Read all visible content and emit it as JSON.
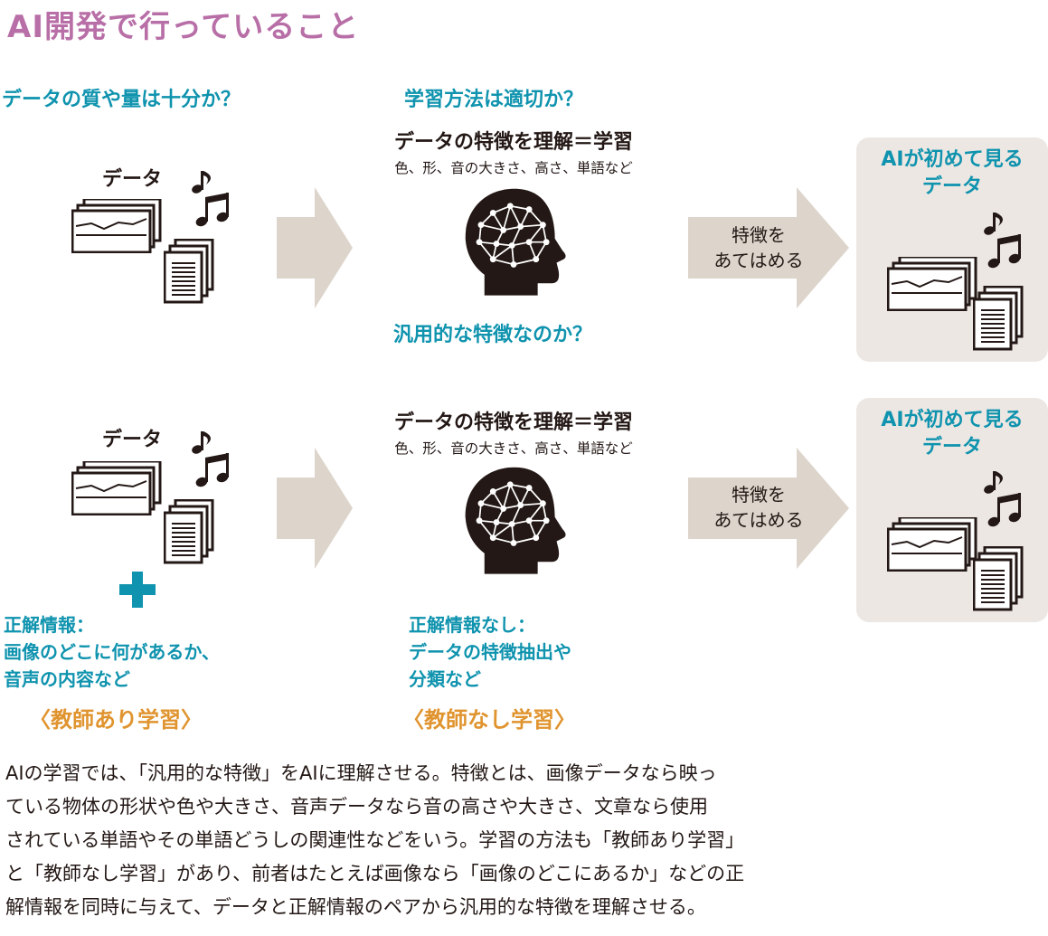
{
  "title": "AI開発で行っていること",
  "colors": {
    "title": "#b86fa7",
    "accent": "#0f93ae",
    "method": "#e0942f",
    "arrow": "#ddd5cc",
    "box": "#ece7e3"
  },
  "questions": {
    "data": "データの質や量は十分か？",
    "method": "学習方法は適切か？",
    "feature": "汎用的な特徴なのか？"
  },
  "rows": [
    {
      "data_label": "データ",
      "feature_title": "データの特徴を理解＝学習",
      "feature_sub": "色、形、音の大きさ、高さ、単語など",
      "apply_lines": [
        "特徴を",
        "あてはめる"
      ],
      "new_data_lines": [
        "AIが初めて見る",
        "データ"
      ]
    },
    {
      "data_label": "データ",
      "feature_title": "データの特徴を理解＝学習",
      "feature_sub": "色、形、音の大きさ、高さ、単語など",
      "apply_lines": [
        "特徴を",
        "あてはめる"
      ],
      "new_data_lines": [
        "AIが初めて見る",
        "データ"
      ]
    }
  ],
  "supervised": {
    "info_lines": [
      "正解情報：",
      "画像のどこに何があるか、",
      "音声の内容など"
    ],
    "label": "〈教師あり学習〉"
  },
  "unsupervised": {
    "info_lines": [
      "正解情報なし：",
      "データの特徴抽出や",
      "分類など"
    ],
    "label": "〈教師なし学習〉"
  },
  "icons": [
    "chart-document-icon",
    "text-document-icon",
    "music-note-icon",
    "brain-network-head-icon",
    "arrow-icon",
    "plus-icon"
  ],
  "body_lines": [
    "AIの学習では、「汎用的な特徴」をAIに理解させる。特徴とは、画像データなら映っ",
    "ている物体の形状や色や大きさ、音声データなら音の高さや大きさ、文章なら使用",
    "されている単語やその単語どうしの関連性などをいう。学習の方法も「教師あり学習」",
    "と「教師なし学習」があり、前者はたとえば画像なら「画像のどこにあるか」などの正",
    "解情報を同時に与えて、データと正解情報のペアから汎用的な特徴を理解させる。"
  ]
}
